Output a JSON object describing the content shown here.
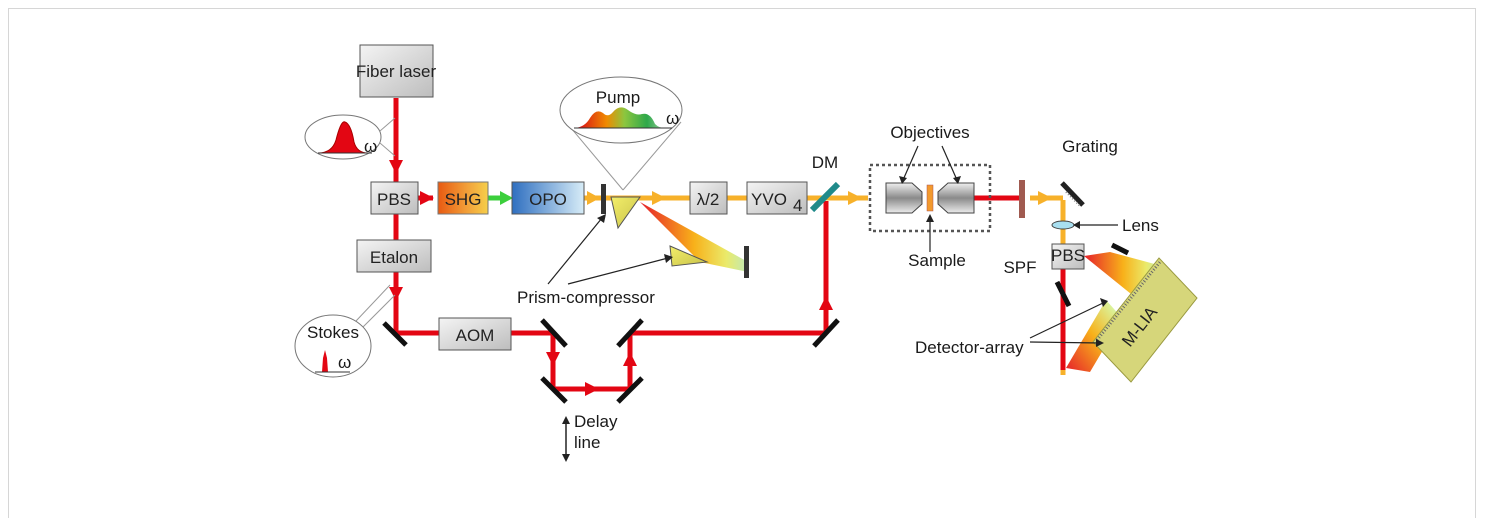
{
  "diagram": {
    "components": {
      "fiber_laser": "Fiber laser",
      "pbs": "PBS",
      "shg": "SHG",
      "opo": "OPO",
      "etalon": "Etalon",
      "aom": "AOM",
      "half_wave": "λ/2",
      "yvo4_main": "YVO",
      "yvo4_sub": "4",
      "dm": "DM",
      "pbs_small": "PBS",
      "mlia": "M-LIA"
    },
    "labels": {
      "pump": "Pump",
      "stokes": "Stokes",
      "omega": "ω",
      "objectives": "Objectives",
      "sample": "Sample",
      "spf": "SPF",
      "grating": "Grating",
      "lens": "Lens",
      "prism_compressor": "Prism-compressor",
      "delay_line_1": "Delay",
      "delay_line_2": "line",
      "detector_array": "Detector-array"
    },
    "colors": {
      "stokes_beam": "#e30613",
      "pump_beam": "#f7b12a",
      "box_fill": "#d9d9d9",
      "mlia_fill": "#d6d67a",
      "dm_mirror": "#1f8a8a"
    }
  }
}
